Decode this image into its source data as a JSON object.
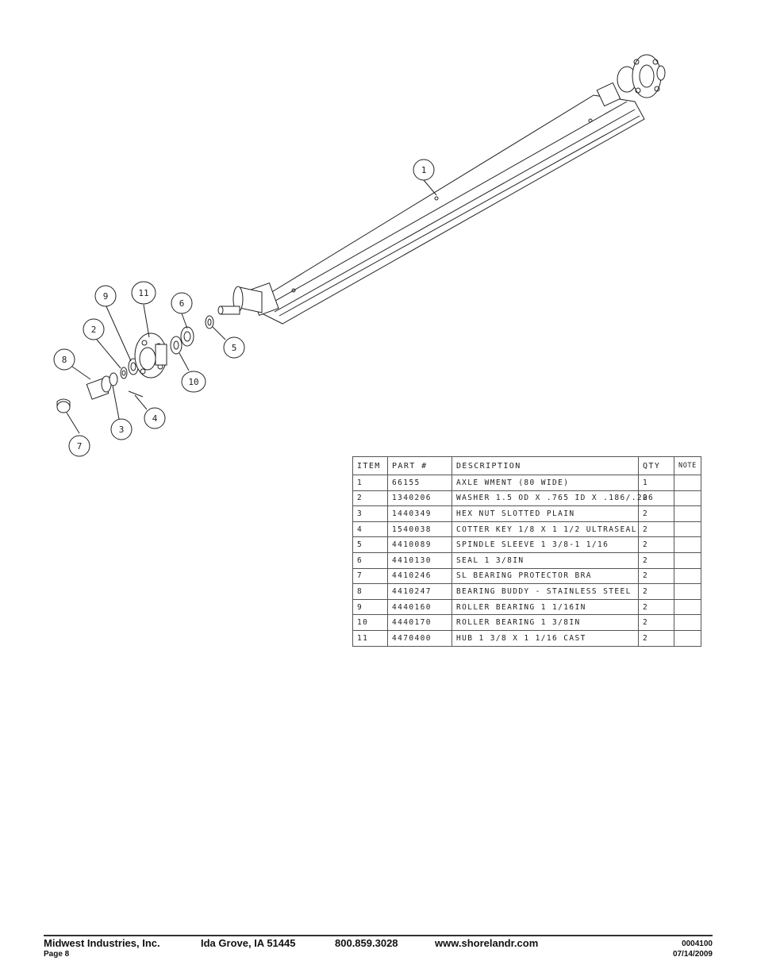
{
  "diagram": {
    "callouts": [
      {
        "id": "c1",
        "label": "1"
      },
      {
        "id": "c2",
        "label": "2"
      },
      {
        "id": "c3",
        "label": "3"
      },
      {
        "id": "c4",
        "label": "4"
      },
      {
        "id": "c5",
        "label": "5"
      },
      {
        "id": "c6",
        "label": "6"
      },
      {
        "id": "c7",
        "label": "7"
      },
      {
        "id": "c8",
        "label": "8"
      },
      {
        "id": "c9",
        "label": "9"
      },
      {
        "id": "c10",
        "label": "10"
      },
      {
        "id": "c11",
        "label": "11"
      }
    ]
  },
  "parts_table": {
    "headers": {
      "item": "ITEM",
      "part": "PART #",
      "description": "DESCRIPTION",
      "qty": "QTY",
      "note": "NOTE"
    },
    "rows": [
      {
        "item": "1",
        "part": "66155",
        "description": "AXLE WMENT (80 WIDE)",
        "qty": "1",
        "note": ""
      },
      {
        "item": "2",
        "part": "1340206",
        "description": "WASHER 1.5 OD X .765 ID X .186/.206",
        "qty": "2",
        "note": ""
      },
      {
        "item": "3",
        "part": "1440349",
        "description": "HEX NUT SLOTTED PLAIN",
        "qty": "2",
        "note": ""
      },
      {
        "item": "4",
        "part": "1540038",
        "description": "COTTER KEY 1/8 X 1 1/2 ULTRASEAL",
        "qty": "2",
        "note": ""
      },
      {
        "item": "5",
        "part": "4410089",
        "description": "SPINDLE SLEEVE  1 3/8-1 1/16",
        "qty": "2",
        "note": ""
      },
      {
        "item": "6",
        "part": "4410130",
        "description": "SEAL  1 3/8IN",
        "qty": "2",
        "note": ""
      },
      {
        "item": "7",
        "part": "4410246",
        "description": "SL BEARING PROTECTOR BRA",
        "qty": "2",
        "note": ""
      },
      {
        "item": "8",
        "part": "4410247",
        "description": "BEARING BUDDY - STAINLESS STEEL",
        "qty": "2",
        "note": ""
      },
      {
        "item": "9",
        "part": "4440160",
        "description": "ROLLER BEARING   1 1/16IN",
        "qty": "2",
        "note": ""
      },
      {
        "item": "10",
        "part": "4440170",
        "description": "ROLLER BEARING   1 3/8IN",
        "qty": "2",
        "note": ""
      },
      {
        "item": "11",
        "part": "4470400",
        "description": "HUB  1 3/8 X 1 1/16 CAST",
        "qty": "2",
        "note": ""
      }
    ]
  },
  "footer": {
    "company": "Midwest Industries, Inc.",
    "location": "Ida Grove, IA  51445",
    "phone": "800.859.3028",
    "website": "www.shorelandr.com",
    "page": "Page 8",
    "doc_number": "0004100",
    "date": "07/14/2009"
  }
}
